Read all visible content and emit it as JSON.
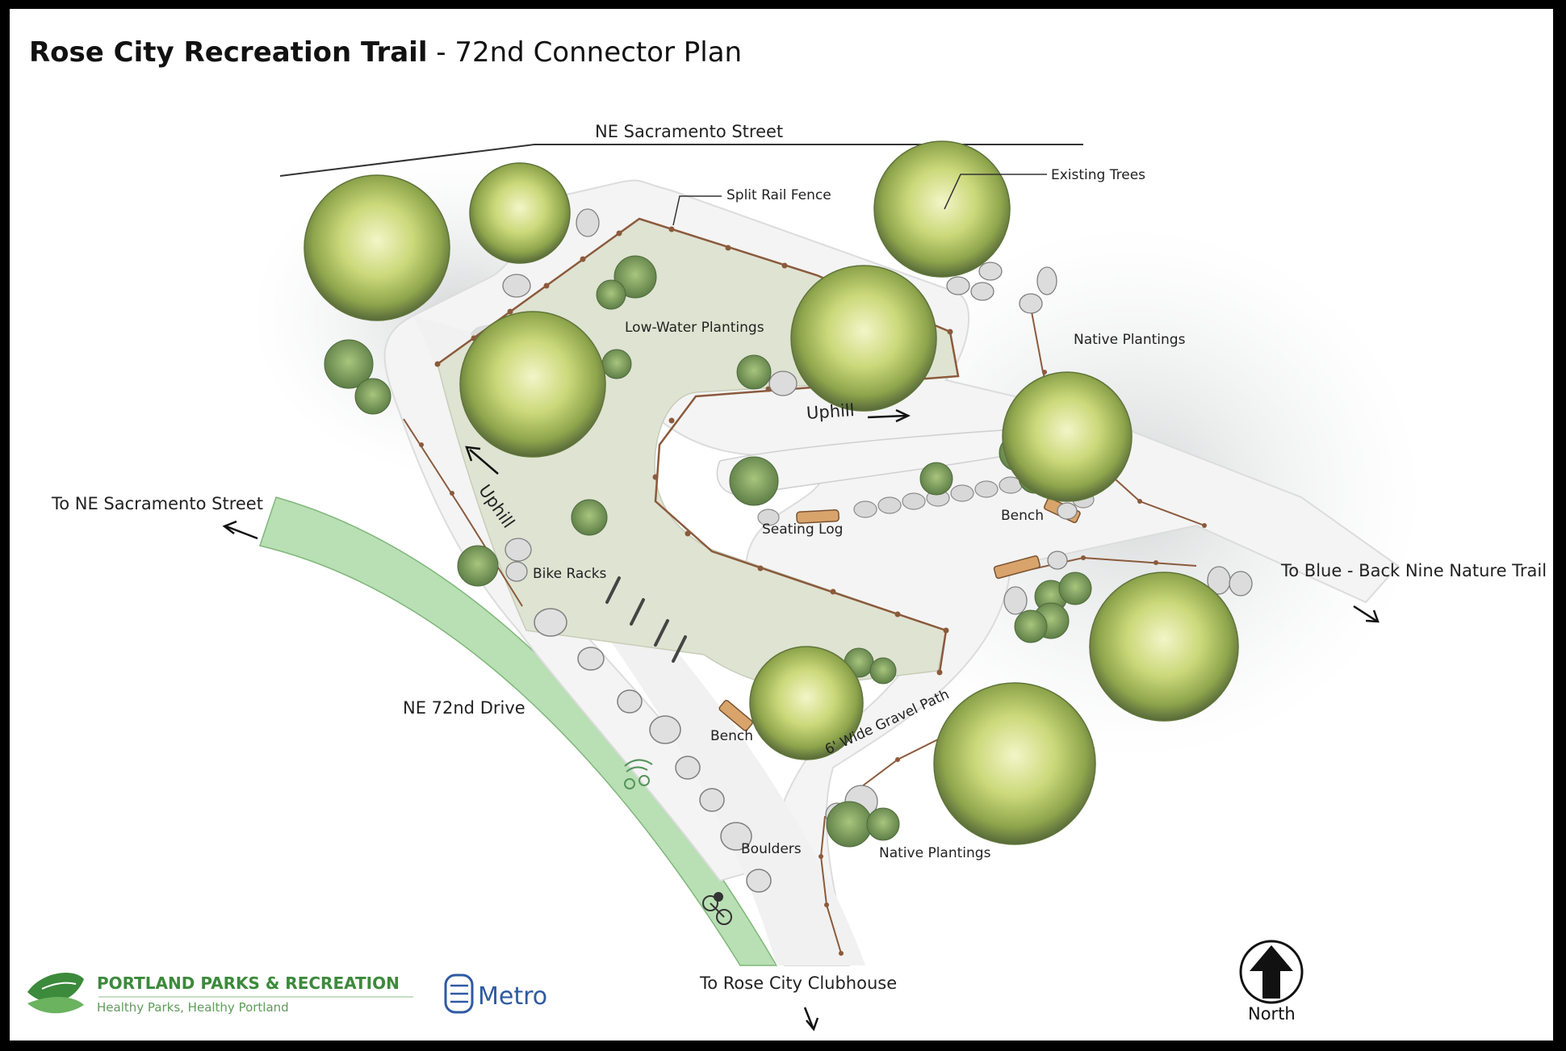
{
  "title": {
    "bold": "Rose City Recreation Trail",
    "rest": " - 72nd Connector Plan"
  },
  "streets": {
    "ne_sacramento": "NE Sacramento Street",
    "ne_72nd": "NE 72nd Drive"
  },
  "destinations": {
    "to_ne_sacramento": "To NE Sacramento Street",
    "to_blue_back_nine": "To Blue - Back Nine Nature Trail",
    "to_rose_city_clubhouse": "To Rose City Clubhouse"
  },
  "features": {
    "split_rail_fence": "Split Rail Fence",
    "existing_trees": "Existing Trees",
    "low_water_plantings": "Low-Water Plantings",
    "native_plantings_upper": "Native Plantings",
    "native_plantings_lower": "Native Plantings",
    "uphill_left": "Uphill",
    "uphill_right": "Uphill",
    "seating_log": "Seating Log",
    "bench_right": "Bench",
    "bench_lower": "Bench",
    "bike_racks": "Bike Racks",
    "gravel_path": "6' Wide Gravel Path",
    "boulders": "Boulders"
  },
  "compass": {
    "label": "North"
  },
  "logos": {
    "ppr_name": "PORTLAND PARKS & RECREATION",
    "ppr_tagline": "Healthy Parks, Healthy Portland",
    "metro": "Metro"
  },
  "colors": {
    "bike_lane": "#b9dfb4",
    "planting_area": "#dfe3d2",
    "path": "#f4f4f4",
    "tree": "#c8d87a",
    "boulder": "#d8d8d8",
    "fence": "#8b5a3c",
    "ppr_green": "#3c8a3b",
    "metro_blue": "#2f5aa3"
  }
}
